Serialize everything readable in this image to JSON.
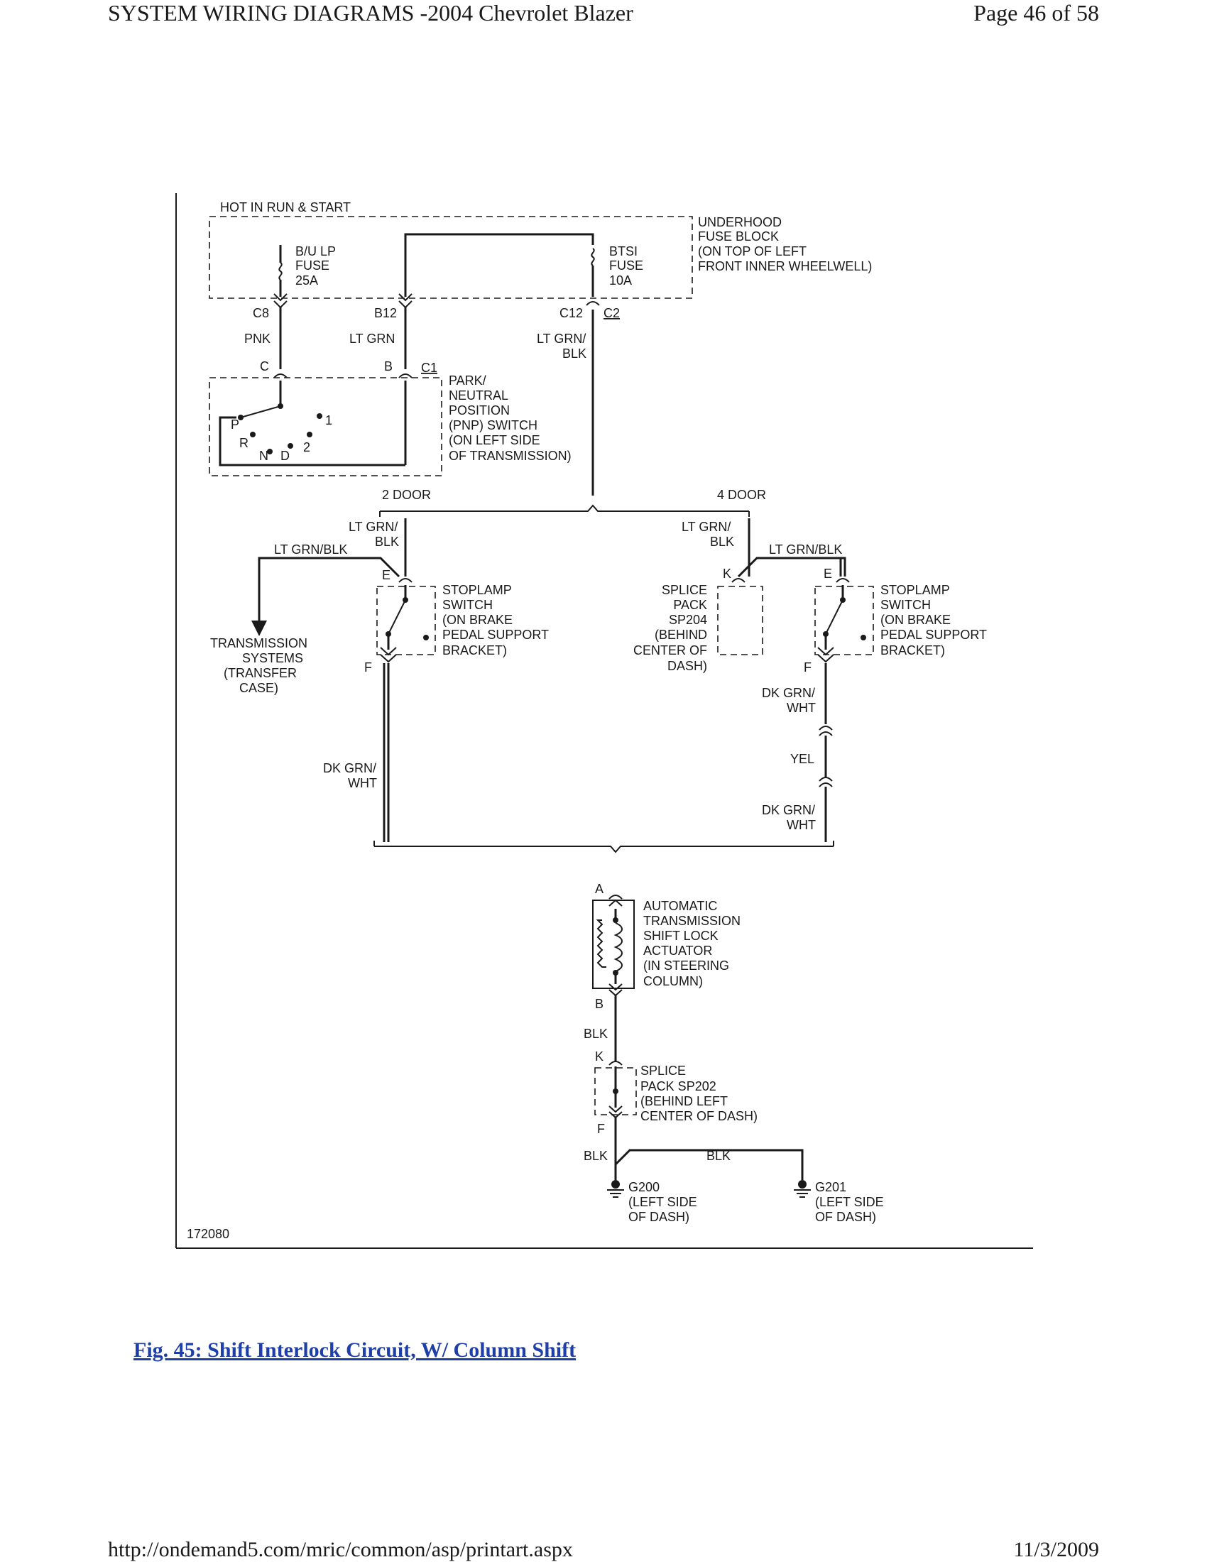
{
  "header": {
    "title": "SYSTEM WIRING DIAGRAMS -2004 Chevrolet Blazer",
    "page": "Page 46 of 58"
  },
  "footer": {
    "url": "http://ondemand5.com/mric/common/asp/printart.aspx",
    "date": "11/3/2009"
  },
  "figure": {
    "caption": "Fig. 45: Shift Interlock Circuit, W/ Column Shift",
    "number": "172080"
  },
  "diagram": {
    "hot_label": "HOT IN RUN & START",
    "fuse_block": [
      "UNDERHOOD",
      "FUSE BLOCK",
      "(ON TOP OF LEFT",
      "FRONT INNER WHEELWELL)"
    ],
    "fuse_bu": [
      "B/U LP",
      "FUSE",
      "25A"
    ],
    "fuse_btsi": [
      "BTSI",
      "FUSE",
      "10A"
    ],
    "connectors": {
      "c8": "C8",
      "b12": "B12",
      "c12": "C12",
      "c2": "C2",
      "c": "C",
      "b": "B",
      "c1": "C1",
      "e_left": "E",
      "f_left": "F",
      "k": "K",
      "e_right": "E",
      "f_right": "F",
      "a": "A",
      "b_act": "B",
      "k_sp202": "K",
      "f_sp202": "F"
    },
    "wires": {
      "pnk": "PNK",
      "lt_grn": "LT GRN",
      "lt_grn_blk_1": [
        "LT GRN/",
        "BLK"
      ],
      "lt_grn_blk_2door": [
        "LT GRN/",
        "BLK"
      ],
      "lt_grn_blk_trans": "LT GRN/BLK",
      "lt_grn_blk_4door": [
        "LT GRN/",
        "BLK"
      ],
      "lt_grn_blk_right": "LT GRN/BLK",
      "dk_grn_wht_left": [
        "DK GRN/",
        "WHT"
      ],
      "dk_grn_wht_right_top": [
        "DK GRN/",
        "WHT"
      ],
      "yel": "YEL",
      "dk_grn_wht_right_bot": [
        "DK GRN/",
        "WHT"
      ],
      "blk_1": "BLK",
      "blk_2": "BLK",
      "blk_3": "BLK"
    },
    "pnp_switch": [
      "PARK/",
      "NEUTRAL",
      "POSITION",
      "(PNP) SWITCH",
      "(ON LEFT SIDE",
      "OF TRANSMISSION)"
    ],
    "pnp_positions": {
      "p": "P",
      "r": "R",
      "n": "N",
      "d": "D",
      "two": "2",
      "one": "1"
    },
    "door2": "2 DOOR",
    "door4": "4 DOOR",
    "transmission_systems": [
      "TRANSMISSION",
      "SYSTEMS",
      "(TRANSFER",
      "CASE)"
    ],
    "stoplamp_left": [
      "STOPLAMP",
      "SWITCH",
      "(ON BRAKE",
      "PEDAL SUPPORT",
      "BRACKET)"
    ],
    "splice_sp204": [
      "SPLICE",
      "PACK",
      "SP204",
      "(BEHIND",
      "CENTER OF",
      "DASH)"
    ],
    "stoplamp_right": [
      "STOPLAMP",
      "SWITCH",
      "(ON BRAKE",
      "PEDAL SUPPORT",
      "BRACKET)"
    ],
    "actuator": [
      "AUTOMATIC",
      "TRANSMISSION",
      "SHIFT LOCK",
      "ACTUATOR",
      "(IN STEERING",
      "COLUMN)"
    ],
    "splice_sp202": [
      "SPLICE",
      "PACK SP202",
      "(BEHIND LEFT",
      "CENTER OF DASH)"
    ],
    "g200": [
      "G200",
      "(LEFT SIDE",
      "OF DASH)"
    ],
    "g201": [
      "G201",
      "(LEFT SIDE",
      "OF DASH)"
    ]
  }
}
